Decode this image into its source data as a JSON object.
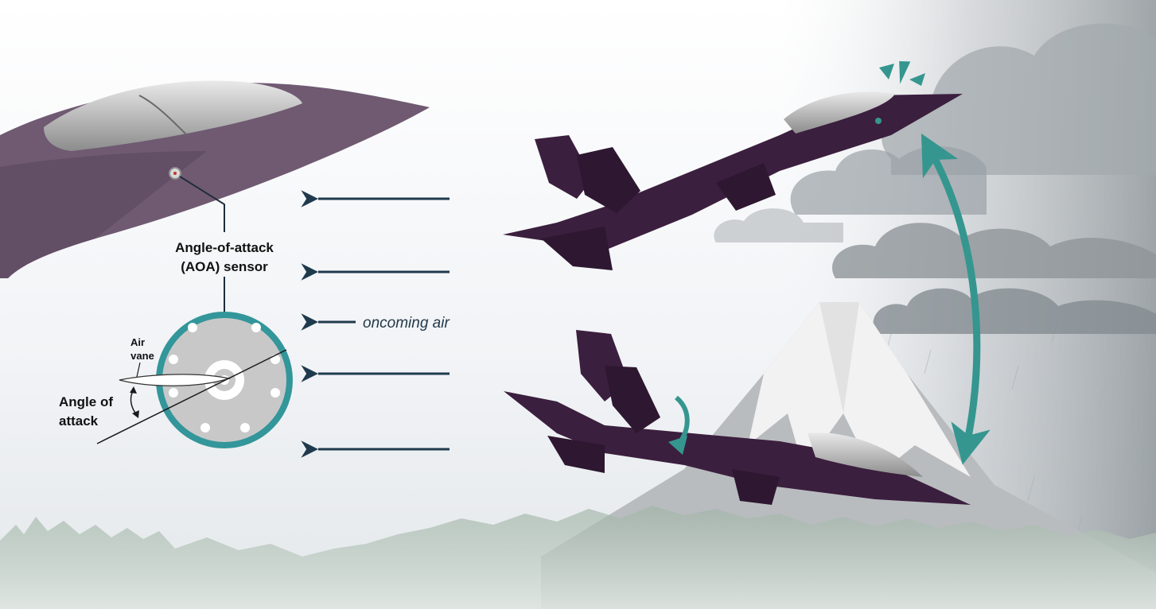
{
  "labels": {
    "sensor_line1": "Angle-of-attack",
    "sensor_line2": "(AOA) sensor",
    "oncoming_air": "oncoming air",
    "air_vane_line1": "Air",
    "air_vane_line2": "vane",
    "aoa_line1": "Angle of",
    "aoa_line2": "attack"
  },
  "colors": {
    "aircraft": "#3b1f3e",
    "aircraft_closeup": "#6f5a72",
    "teal_accent": "#35968f",
    "arrow_navy": "#1f3a4d",
    "sensor_disc": "#c8c8c8",
    "sky_top": "#f4f5f7",
    "cloud": "#8e9599",
    "trees": "#8fa497"
  },
  "icons": {
    "nose_down_indicator": "curved-arrow-icon",
    "alert_indicator": "alert-burst-icon",
    "pitch_swing_indicator": "double-arrow-icon"
  }
}
